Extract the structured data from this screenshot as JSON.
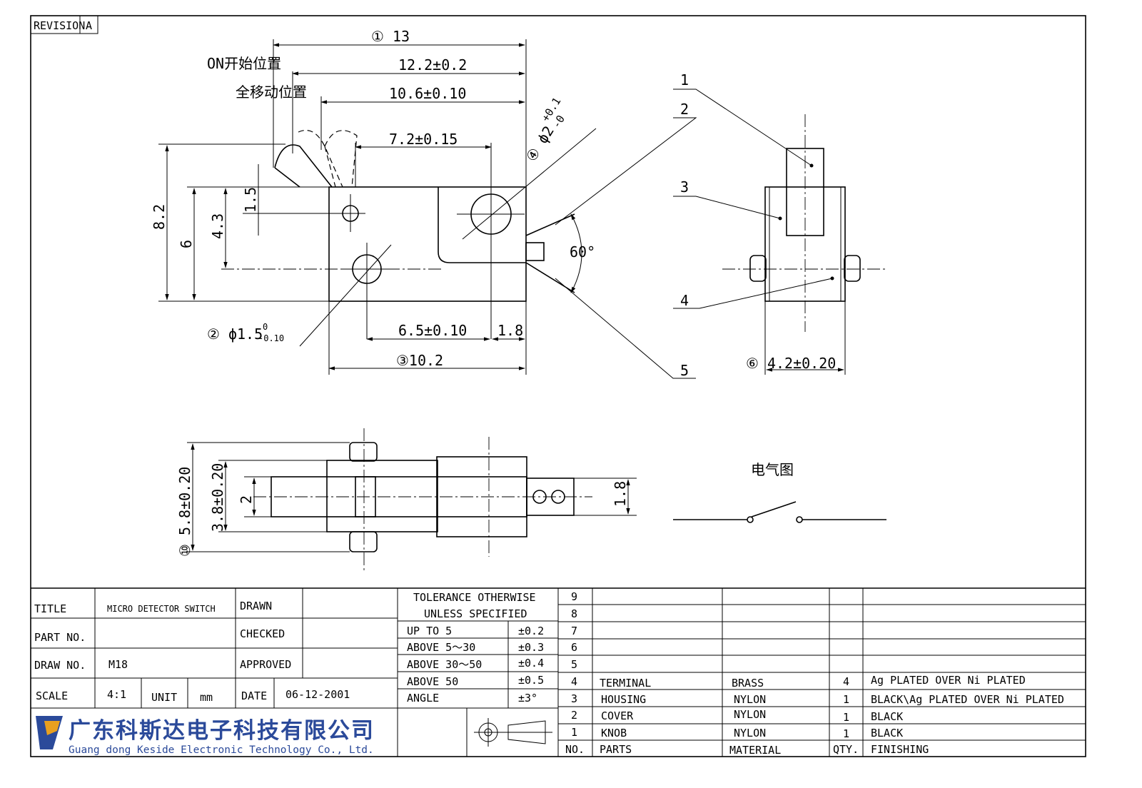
{
  "revision": {
    "label": "REVISION",
    "value": "A"
  },
  "front_view": {
    "dim_overall": "① 13",
    "label_on_start": "ON开始位置",
    "dim_on_start": "12.2±0.2",
    "label_full_travel": "全移动位置",
    "dim_full_travel": "10.6±0.10",
    "dim_hole_offset": "7.2±0.15",
    "dim_terminal_hole": "④ ϕ2",
    "dim_terminal_hole_tol_upper": "+0.1",
    "dim_terminal_hole_tol_lower": "-0",
    "dim_height_total": "8.2",
    "dim_height_body": "6",
    "dim_hole_height": "4.3",
    "dim_hole_top": "1.5",
    "dim_mount_hole": "② ϕ1.5",
    "dim_mount_hole_tol_upper": "0",
    "dim_mount_hole_tol_lower": "-0.10",
    "dim_hole_pitch": "6.5±0.10",
    "dim_edge": "1.8",
    "dim_body_length": "③10.2",
    "angle": "60°"
  },
  "side_view": {
    "callouts": [
      "1",
      "2",
      "3",
      "4",
      "5"
    ],
    "dim_width": "⑥ 4.2±0.20"
  },
  "top_view": {
    "dim_outer": "⑩ 5.8±0.20",
    "dim_inner": "3.8±0.20",
    "dim_knob": "2",
    "dim_terminal": "1.8"
  },
  "electrical": {
    "label": "电气图"
  },
  "title_block": {
    "title_label": "TITLE",
    "title_value": "MICRO DETECTOR SWITCH",
    "part_no_label": "PART NO.",
    "part_no_value": "",
    "draw_no_label": "DRAW NO.",
    "draw_no_value": "M18",
    "scale_label": "SCALE",
    "scale_value": "4:1",
    "unit_label": "UNIT",
    "unit_value": "mm",
    "drawn_label": "DRAWN",
    "checked_label": "CHECKED",
    "approved_label": "APPROVED",
    "date_label": "DATE",
    "date_value": "06-12-2001",
    "company_cn": "广东科斯达电子科技有限公司",
    "company_en": "Guang dong Keside Electronic Technology Co., Ltd."
  },
  "tolerance": {
    "heading_1": "TOLERANCE OTHERWISE",
    "heading_2": "UNLESS SPECIFIED",
    "rows": [
      {
        "range": "UP TO 5",
        "tol": "±0.2"
      },
      {
        "range": "ABOVE 5～30",
        "tol": "±0.3"
      },
      {
        "range": "ABOVE 30～50",
        "tol": "±0.4"
      },
      {
        "range": "ABOVE 50",
        "tol": "±0.5"
      },
      {
        "range": "ANGLE",
        "tol": "±3°"
      }
    ]
  },
  "bom": {
    "headers": {
      "no": "NO.",
      "parts": "PARTS",
      "material": "MATERIAL",
      "qty": "QTY.",
      "finishing": "FINISHING"
    },
    "rows": [
      {
        "no": "9",
        "part": "",
        "material": "",
        "qty": "",
        "finishing": ""
      },
      {
        "no": "8",
        "part": "",
        "material": "",
        "qty": "",
        "finishing": ""
      },
      {
        "no": "7",
        "part": "",
        "material": "",
        "qty": "",
        "finishing": ""
      },
      {
        "no": "6",
        "part": "",
        "material": "",
        "qty": "",
        "finishing": ""
      },
      {
        "no": "5",
        "part": "",
        "material": "",
        "qty": "",
        "finishing": ""
      },
      {
        "no": "4",
        "part": "TERMINAL",
        "material": "BRASS",
        "qty": "4",
        "finishing": "Ag PLATED OVER Ni PLATED"
      },
      {
        "no": "3",
        "part": "HOUSING",
        "material": "NYLON",
        "qty": "1",
        "finishing": "BLACK\\Ag PLATED OVER Ni PLATED"
      },
      {
        "no": "2",
        "part": "COVER",
        "material": "NYLON",
        "qty": "1",
        "finishing": "BLACK"
      },
      {
        "no": "1",
        "part": "KNOB",
        "material": "NYLON",
        "qty": "1",
        "finishing": "BLACK"
      }
    ]
  }
}
